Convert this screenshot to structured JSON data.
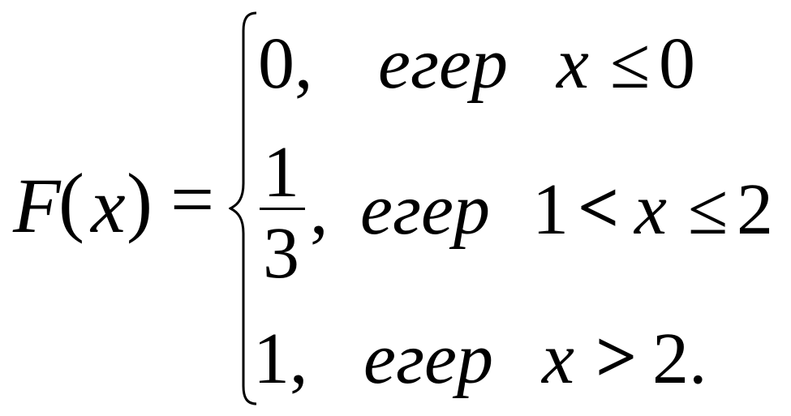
{
  "formula": {
    "function_name": "F",
    "open_paren": "(",
    "variable": "x",
    "close_paren": ")",
    "equals": "=",
    "cases": [
      {
        "value": "0,",
        "word": "егер",
        "condition_var": "x",
        "condition_op": "≤",
        "condition_rhs": "0"
      },
      {
        "numerator": "1",
        "denominator": "3",
        "comma": ",",
        "word": "егер",
        "condition_lhs": "1",
        "condition_op1": "<",
        "condition_var": "x",
        "condition_op2": "≤",
        "condition_rhs": "2"
      },
      {
        "value": "1,",
        "word": "егер",
        "condition_var": "x",
        "condition_op": ">",
        "condition_rhs": "2."
      }
    ]
  }
}
